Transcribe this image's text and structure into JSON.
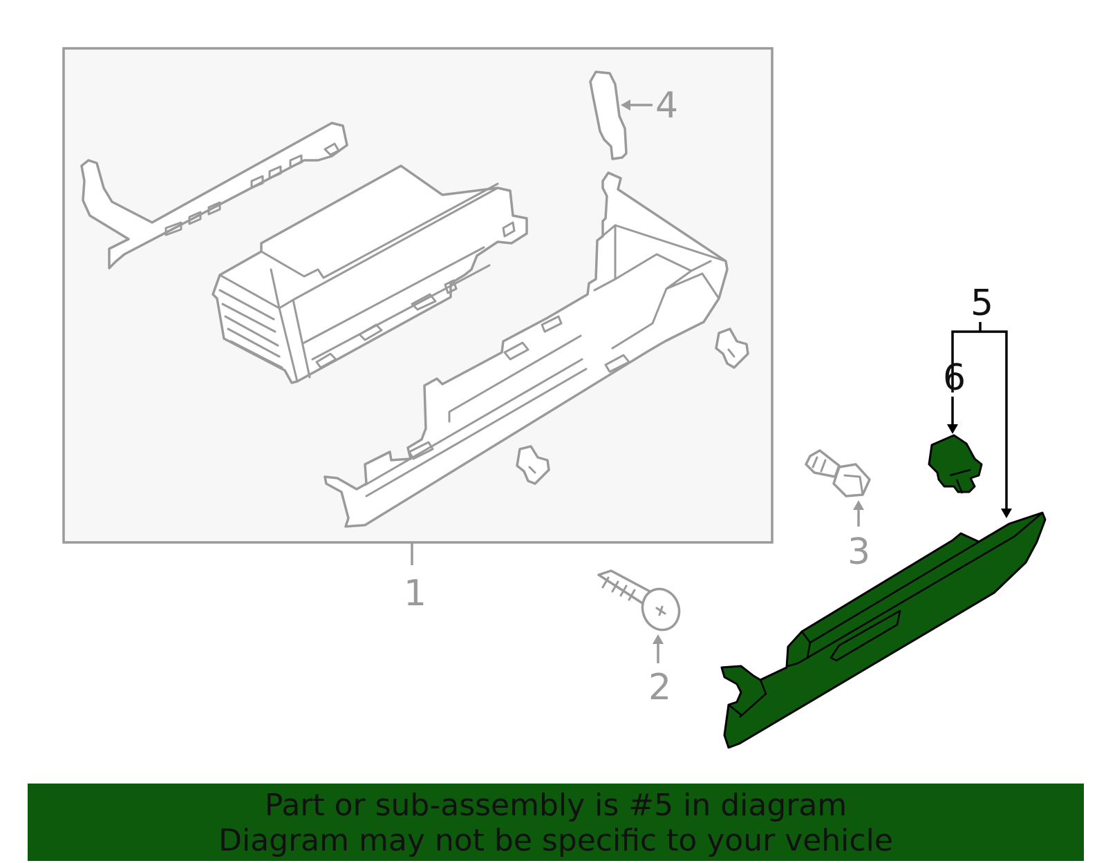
{
  "diagram": {
    "callouts": [
      {
        "id": "1",
        "label": "1",
        "highlighted": false
      },
      {
        "id": "2",
        "label": "2",
        "highlighted": false
      },
      {
        "id": "3",
        "label": "3",
        "highlighted": false
      },
      {
        "id": "4",
        "label": "4",
        "highlighted": false
      },
      {
        "id": "5",
        "label": "5",
        "highlighted": true
      },
      {
        "id": "6",
        "label": "6",
        "highlighted": true
      }
    ],
    "colors": {
      "highlight_part": "#0d5a0d",
      "inactive_part": "#9a9a9a",
      "assembly_box_fill": "#f7f7f7"
    }
  },
  "banner": {
    "line1": "Part or sub-assembly is #5 in diagram",
    "line2": "Diagram may not be specific to your vehicle",
    "background": "#0d5a0d"
  }
}
